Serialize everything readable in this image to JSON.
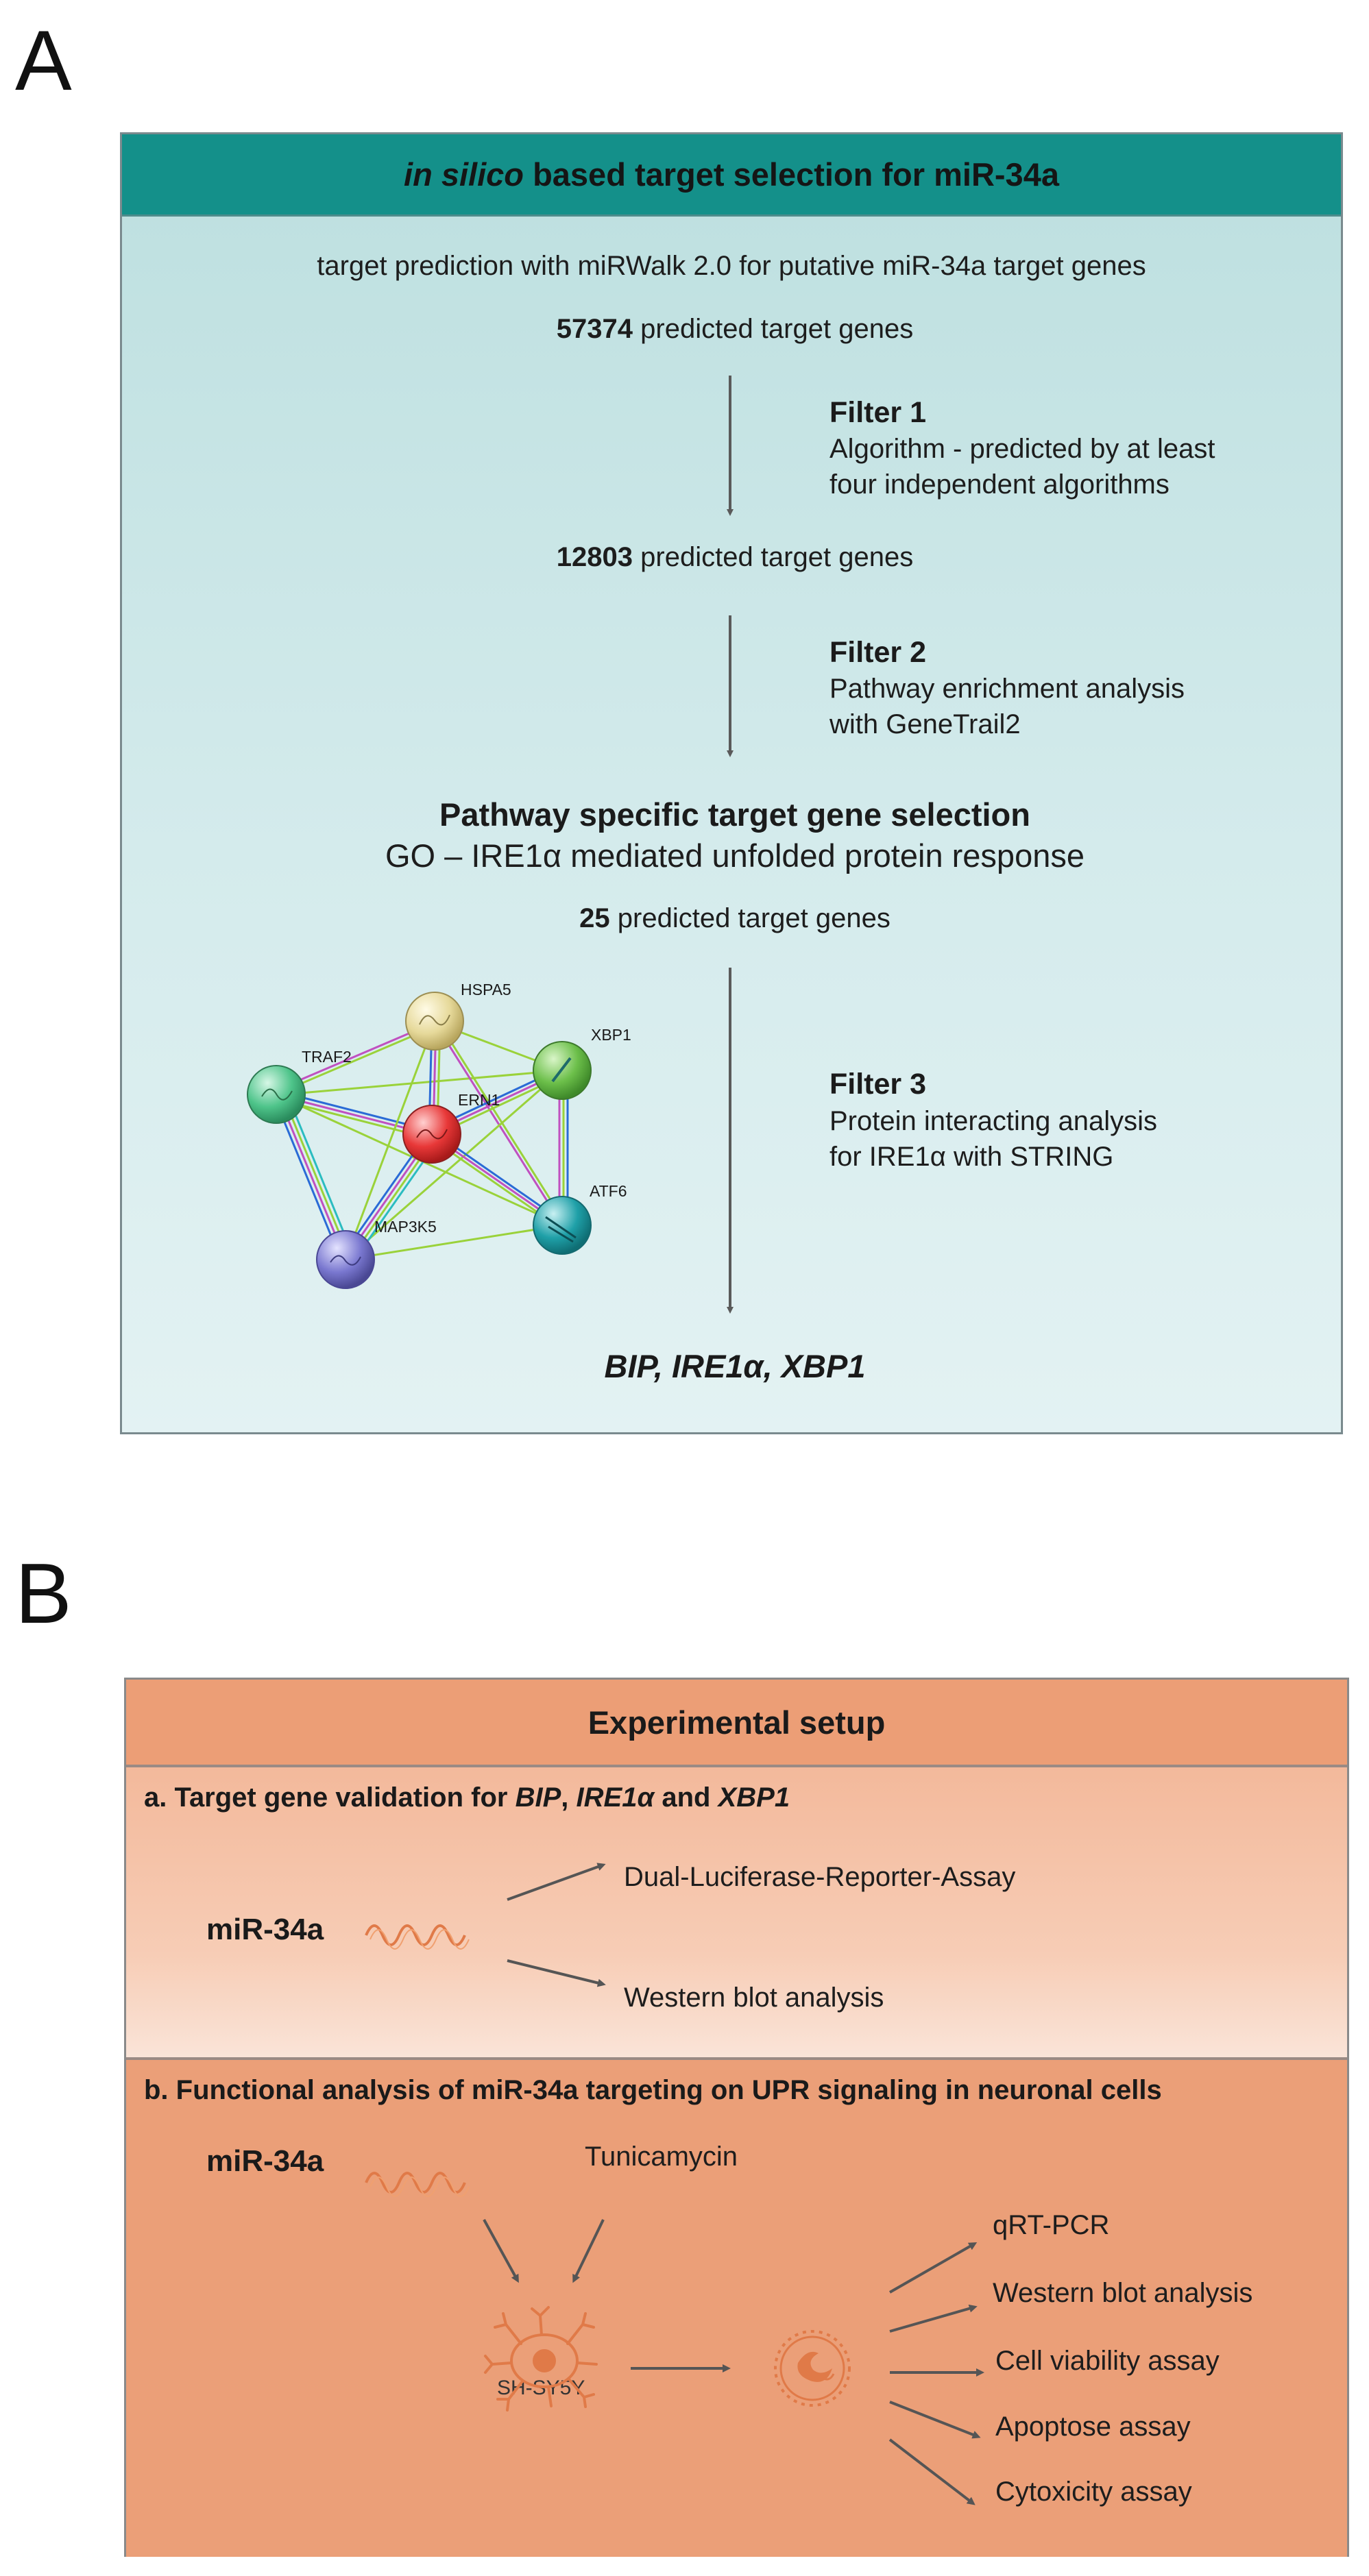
{
  "panel_labels": {
    "a": "A",
    "b": "B"
  },
  "panel_a": {
    "header_italic": "in silico",
    "header_rest": " based target selection for miR-34a",
    "prediction_line": "target prediction with miRWalk 2.0 for putative miR-34a target genes",
    "count1": "57374",
    "count1_label": " predicted target genes",
    "filter1_title": "Filter 1",
    "filter1_desc_1": "Algorithm - predicted by at least",
    "filter1_desc_2": "four independent algorithms",
    "count2": "12803",
    "count2_label": " predicted target genes",
    "filter2_title": "Filter 2",
    "filter2_desc_1": "Pathway enrichment analysis",
    "filter2_desc_2": "with GeneTrail2",
    "pathway_title": "Pathway specific target gene selection",
    "pathway_subtitle": "GO – IRE1α mediated unfolded protein response",
    "count3": "25",
    "count3_label": " predicted target genes",
    "filter3_title": "Filter 3",
    "filter3_desc_1": "Protein interacting analysis",
    "filter3_desc_2": "for IRE1α with STRING",
    "result": "BIP, IRE1α, XBP1",
    "network_nodes": [
      {
        "id": "HSPA5",
        "color": "#e6d99a"
      },
      {
        "id": "XBP1",
        "color": "#6cbf4a"
      },
      {
        "id": "TRAF2",
        "color": "#4ec48a"
      },
      {
        "id": "ERN1",
        "color": "#e83838"
      },
      {
        "id": "ATF6",
        "color": "#1fa0a8"
      },
      {
        "id": "MAP3K5",
        "color": "#7a78d0"
      }
    ]
  },
  "panel_b": {
    "header": "Experimental setup",
    "section_a_prefix": "a. Target gene validation for ",
    "section_a_gene1": "BIP",
    "section_a_sep1": ", ",
    "section_a_gene2": "IRE1α",
    "section_a_sep2": " and ",
    "section_a_gene3": "XBP1",
    "mir_a": "miR-34a",
    "assay_dual": "Dual-Luciferase-Reporter-Assay",
    "assay_western_a": "Western blot analysis",
    "section_b_title": "b. Functional analysis of miR-34a targeting on UPR signaling in neuronal cells",
    "mir_b": "miR-34a",
    "tunicamycin": "Tunicamycin",
    "cell_label": "SH-SY5Y",
    "outputs": [
      "qRT-PCR",
      "Western blot analysis",
      "Cell viability assay",
      "Apoptose assay",
      "Cytoxicity assay"
    ]
  },
  "colors": {
    "teal_header": "#14908a",
    "orange_header": "#ec9e76",
    "arrow": "#5a5a5a",
    "orange_icon": "#e07a48"
  }
}
